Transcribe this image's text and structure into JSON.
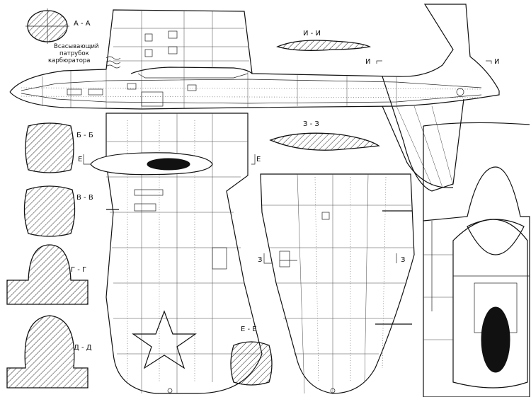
{
  "labels": {
    "section_aa": "А - А",
    "intake_line1": "Всасывающий",
    "intake_line2": "патрубок",
    "intake_line3": "карбюратора",
    "section_bb": "Б - Б",
    "section_vv": "В - В",
    "section_gg": "Г - Г",
    "section_dd": "Д - Д",
    "section_ii_title": "И - И",
    "mark_i_left": "И",
    "mark_i_right": "И",
    "section_zz_title": "З - З",
    "mark_e_left": "Е",
    "mark_e_right": "Е",
    "mark_z_left": "З",
    "mark_z_right": "З",
    "section_ee_title": "Е - Е"
  }
}
